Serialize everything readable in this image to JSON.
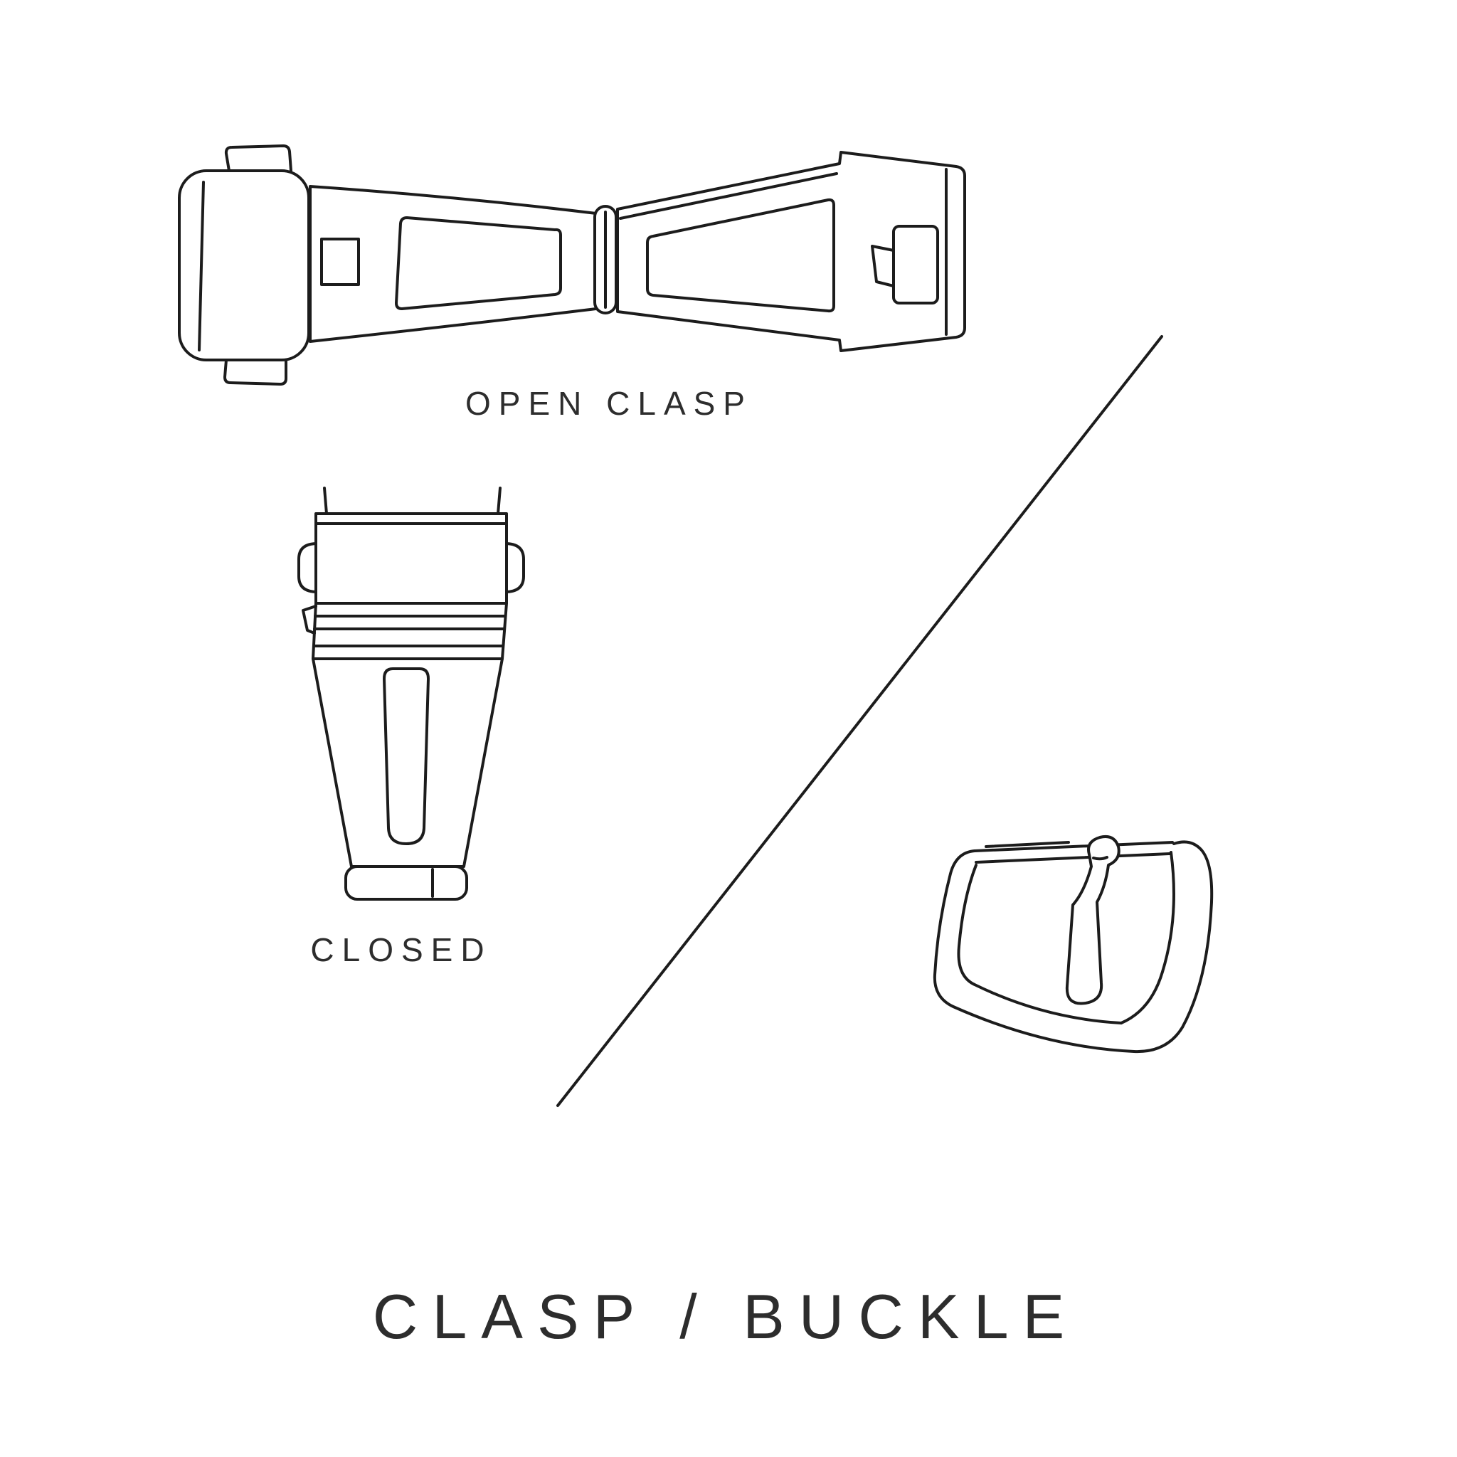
{
  "page": {
    "background": "#ffffff",
    "ink": "#1c1c1c",
    "text": "#2d2d2d"
  },
  "diagram": {
    "title": "CLASP / BUCKLE",
    "captions": {
      "open_clasp": "OPEN CLASP",
      "closed": "CLOSED"
    },
    "figures": [
      "open-clasp-illustration",
      "closed-clasp-illustration",
      "buckle-illustration"
    ],
    "divider": "diagonal-line"
  }
}
